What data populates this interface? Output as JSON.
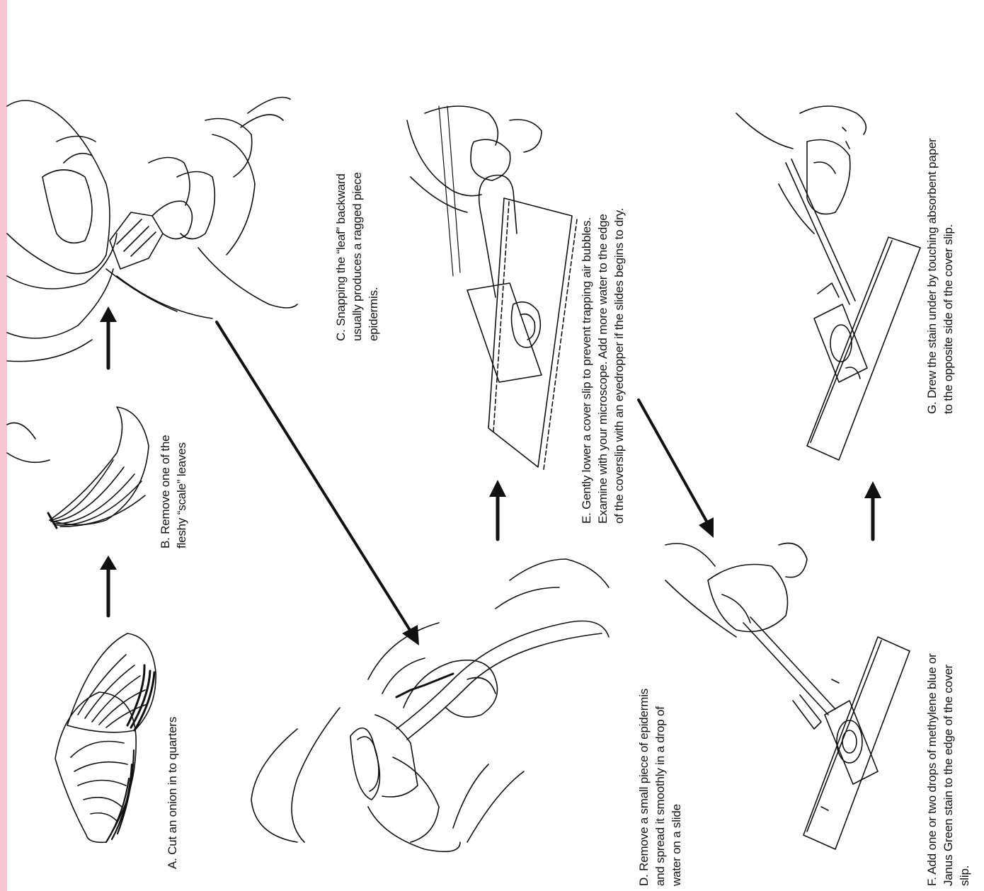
{
  "colors": {
    "page": "#ffffff",
    "stripe": "#f5c6d4",
    "ink": "#111111"
  },
  "steps": {
    "a": {
      "lines": [
        "A. Cut an onion in to quarters"
      ]
    },
    "b": {
      "lines": [
        "B. Remove one of the",
        "fleshy “scale” leaves"
      ]
    },
    "c": {
      "lines": [
        "C. Snapping the “leaf” backward",
        "usually produces a ragged piece",
        "epidermis."
      ]
    },
    "d": {
      "lines": [
        "D. Remove a small piece of epidermis",
        "and spread it smoothly in a drop of",
        "water on a slide"
      ]
    },
    "e": {
      "lines": [
        "E. Gently lower a cover slip to prevent trapping air bubbles.",
        "Examine with your microscope.  Add more water to the edge",
        "of the coverslip with an eyedropper if the slides begins to dry."
      ]
    },
    "f": {
      "lines": [
        "F.  Add one or two drops of methylene blue or",
        "Janus Green stain to the edge of the cover",
        "slip."
      ]
    },
    "g": {
      "lines": [
        "G. Drew the stain under by touching absorbent paper",
        "to the opposite side of the cover slip."
      ]
    }
  }
}
